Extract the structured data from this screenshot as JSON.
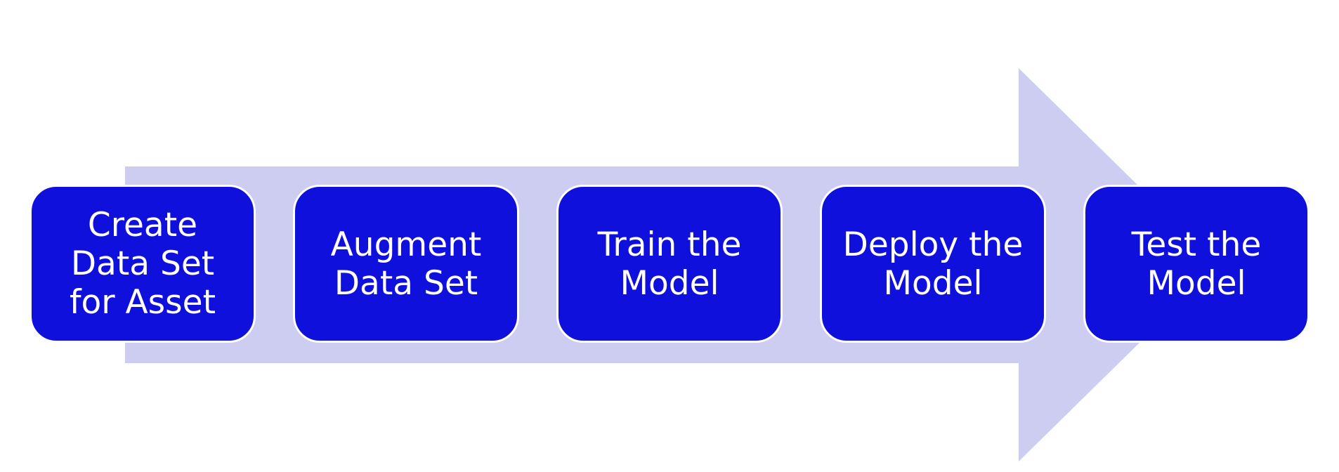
{
  "colors": {
    "arrow": "#cdcdf2",
    "box_fill": "#1010dd",
    "box_border": "#ffffff",
    "text": "#ffffff",
    "background": "#ffffff"
  },
  "diagram": {
    "steps": [
      {
        "label": "Create Data Set for Asset"
      },
      {
        "label": "Augment Data Set"
      },
      {
        "label": "Train the Model"
      },
      {
        "label": "Deploy the Model"
      },
      {
        "label": "Test the Model"
      }
    ]
  }
}
